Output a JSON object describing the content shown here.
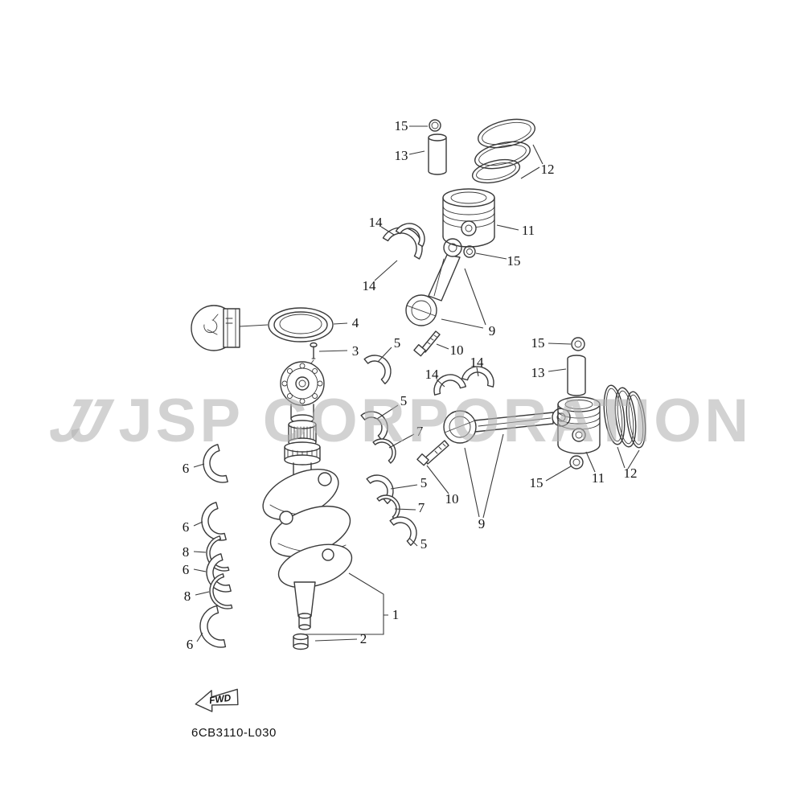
{
  "watermark": {
    "logo_text": "JJ",
    "name_text": "JSP CORPORATION"
  },
  "footer": {
    "diagram_code": "6CB3110-L030"
  },
  "fwd": {
    "label": "FWD"
  },
  "callouts": [
    {
      "label": "15"
    },
    {
      "label": "13"
    },
    {
      "label": "12"
    },
    {
      "label": "11"
    },
    {
      "label": "14"
    },
    {
      "label": "14"
    },
    {
      "label": "15"
    },
    {
      "label": "4"
    },
    {
      "label": "3"
    },
    {
      "label": "9"
    },
    {
      "label": "10"
    },
    {
      "label": "5"
    },
    {
      "label": "5"
    },
    {
      "label": "15"
    },
    {
      "label": "13"
    },
    {
      "label": "14"
    },
    {
      "label": "14"
    },
    {
      "label": "7"
    },
    {
      "label": "11"
    },
    {
      "label": "12"
    },
    {
      "label": "15"
    },
    {
      "label": "10"
    },
    {
      "label": "9"
    },
    {
      "label": "5"
    },
    {
      "label": "7"
    },
    {
      "label": "5"
    },
    {
      "label": "6"
    },
    {
      "label": "6"
    },
    {
      "label": "8"
    },
    {
      "label": "6"
    },
    {
      "label": "8"
    },
    {
      "label": "6"
    },
    {
      "label": "1"
    },
    {
      "label": "2"
    }
  ]
}
